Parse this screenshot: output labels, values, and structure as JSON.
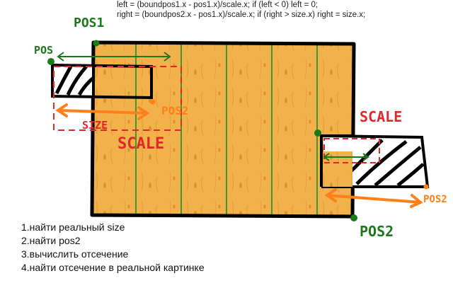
{
  "formula": {
    "line1": "left = (boundpos1.x - pos1.x)/scale.x; if (left < 0) left = 0;",
    "line2": "right = (boundpos2.x - pos1.x)/scale.x; if (right > size.x) right = size.x;"
  },
  "labels": {
    "pos1_top": "POS1",
    "pos_left": "POS",
    "pos2_mid": "POS2",
    "size_left": "SIZE",
    "scale_left": "SCALE",
    "scale_right": "SCALE",
    "pos2_right": "POS2",
    "pos2_bottom": "POS2"
  },
  "steps": [
    "1.найти реальный size",
    "2.найти pos2",
    "3.вычислить отсечение",
    "4.найти отсечение в реальной картинке"
  ],
  "colors": {
    "wood": "#f2b14a",
    "plank_line": "#3d9a2a",
    "outline": "#000000",
    "green": "#1a7a1a",
    "red": "#e0282a",
    "orange": "#ff7f1a"
  }
}
